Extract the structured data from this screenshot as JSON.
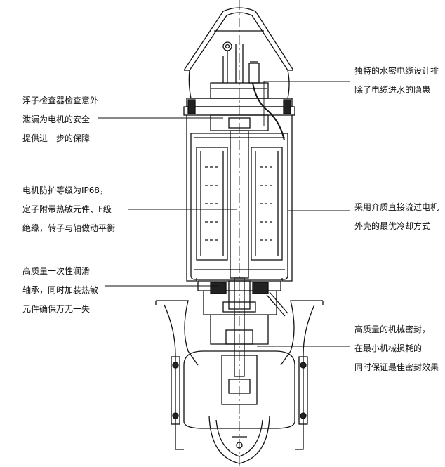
{
  "callouts": {
    "float_switch": {
      "lines": [
        "浮子检查器检查意外",
        "泄漏为电机的安全",
        "提供进一步的保障"
      ]
    },
    "motor": {
      "lines": [
        "电机防护等级为IP68，",
        "定子附带热敏元件、F级",
        "绝缘，转子与轴做动平衡"
      ]
    },
    "bearing": {
      "lines": [
        "高质量一次性润滑",
        "轴承，同时加装热敏",
        "元件确保万无一失"
      ]
    },
    "cable": {
      "lines": [
        "独特的水密电缆设计排",
        "除了电缆进水的隐患"
      ]
    },
    "cooling": {
      "lines": [
        "采用介质直接流过电机",
        "外壳的最优冷却方式"
      ]
    },
    "seal": {
      "lines": [
        "高质量的机械密封，",
        "在最小机械损耗的",
        "同时保证最佳密封效果"
      ]
    }
  }
}
